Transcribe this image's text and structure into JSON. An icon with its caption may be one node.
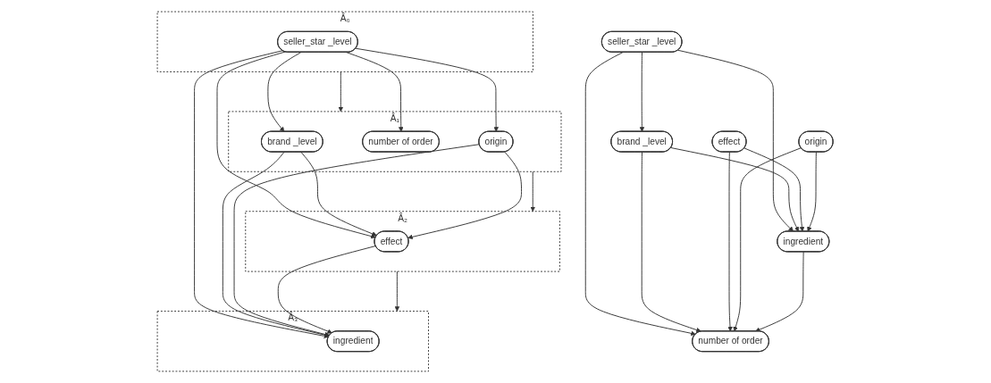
{
  "diagram": {
    "nodes": [
      {
        "text": [
          "Â₀"
        ]
      },
      {
        "text": [
          "seller_star _level"
        ],
        "in": 0
      },
      {
        "text": [
          "Â₁"
        ]
      },
      {
        "text": [
          "brand _level"
        ],
        "in": 2
      },
      {
        "text": [
          "number of order"
        ],
        "in": 2
      },
      {
        "text": [
          "origin"
        ],
        "in": 2
      },
      {
        "text": [
          "Â₂"
        ]
      },
      {
        "text": [
          "effect"
        ],
        "in": 6
      },
      {
        "text": [
          "Â₃"
        ]
      },
      {
        "text": [
          "ingredient"
        ],
        "in": 8
      },
      {
        "text": [
          "seller_star _level"
        ]
      },
      {
        "text": [
          "brand _level"
        ]
      },
      {
        "text": [
          "effect"
        ]
      },
      {
        "text": [
          "origin"
        ]
      },
      {
        "text": [
          "ingredient"
        ]
      },
      {
        "text": [
          "number of order"
        ]
      }
    ],
    "edges": [
      {
        "from": 1,
        "to": 3,
        "arrow": "to"
      },
      {
        "from": 1,
        "to": 7,
        "arrow": "to"
      },
      {
        "from": 1,
        "to": 9,
        "arrow": "to"
      },
      {
        "from": 1,
        "to": 4,
        "arrow": "to"
      },
      {
        "from": 1,
        "to": 5,
        "arrow": "to"
      },
      {
        "from": 3,
        "to": 7,
        "arrow": "to"
      },
      {
        "from": 3,
        "to": 9,
        "arrow": "to"
      },
      {
        "from": 5,
        "to": 7,
        "arrow": "to"
      },
      {
        "from": 5,
        "to": 9,
        "arrow": "to"
      },
      {
        "from": 7,
        "to": 9,
        "arrow": "to"
      },
      {
        "from": 0,
        "to": 2,
        "arrow": "to"
      },
      {
        "from": 2,
        "to": 6,
        "arrow": "to"
      },
      {
        "from": 6,
        "to": 8,
        "arrow": "to"
      },
      {
        "from": 10,
        "to": 11,
        "arrow": "to"
      },
      {
        "from": 10,
        "to": 15,
        "arrow": "to"
      },
      {
        "from": 10,
        "to": 14,
        "arrow": "to"
      },
      {
        "from": 11,
        "to": 14,
        "arrow": "to"
      },
      {
        "from": 11,
        "to": 15,
        "arrow": "to"
      },
      {
        "from": 12,
        "to": 14,
        "arrow": "to"
      },
      {
        "from": 12,
        "to": 15,
        "arrow": "to"
      },
      {
        "from": 13,
        "to": 14,
        "arrow": "to"
      },
      {
        "from": 13,
        "to": 15,
        "arrow": "to"
      },
      {
        "from": 14,
        "to": 15,
        "arrow": "to"
      }
    ]
  }
}
